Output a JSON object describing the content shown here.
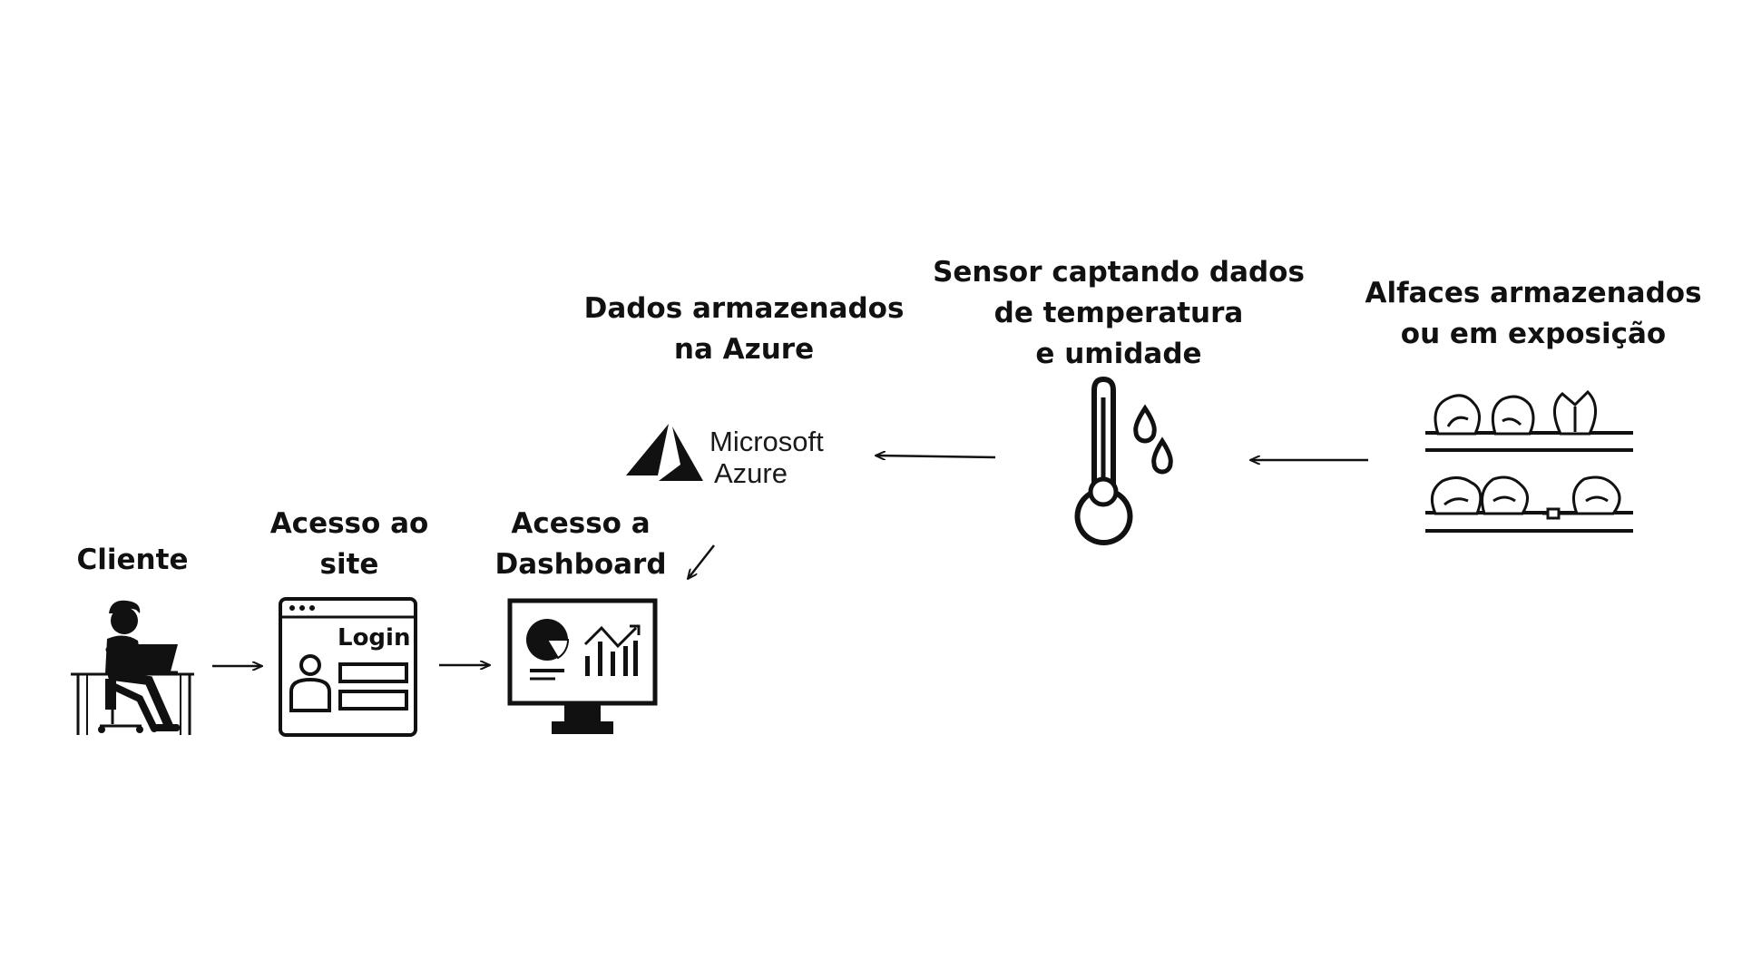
{
  "nodes": {
    "cliente": {
      "label": "Cliente"
    },
    "site": {
      "label_line1": "Acesso ao",
      "label_line2": "site",
      "login_text": "Login"
    },
    "dashboard": {
      "label_line1": "Acesso a",
      "label_line2": "Dashboard"
    },
    "azure": {
      "label_line1": "Dados armazenados",
      "label_line2": "na Azure",
      "logo_line1": "Microsoft",
      "logo_line2": "Azure"
    },
    "sensor": {
      "label_line1": "Sensor captando dados",
      "label_line2": "de temperatura",
      "label_line3": "e umidade"
    },
    "alfaces": {
      "label_line1": "Alfaces armazenados",
      "label_line2": "ou em exposição"
    }
  },
  "edges": [
    {
      "from": "alfaces",
      "to": "sensor"
    },
    {
      "from": "sensor",
      "to": "azure"
    },
    {
      "from": "azure",
      "to": "dashboard"
    },
    {
      "from": "cliente",
      "to": "site"
    },
    {
      "from": "site",
      "to": "dashboard"
    }
  ],
  "icons": {
    "cliente": "person-at-laptop-icon",
    "site": "login-window-icon",
    "dashboard": "dashboard-monitor-icon",
    "azure": "azure-logo-icon",
    "sensor": "thermometer-droplets-icon",
    "alfaces": "lettuce-shelves-icon"
  }
}
